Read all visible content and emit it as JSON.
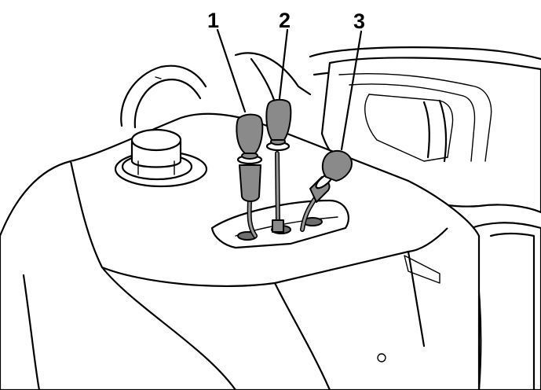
{
  "callouts": [
    {
      "label": "1"
    },
    {
      "label": "2"
    },
    {
      "label": "3"
    }
  ],
  "colors": {
    "line": "#000000",
    "background": "#ffffff",
    "grip": "#8a8a8a"
  }
}
